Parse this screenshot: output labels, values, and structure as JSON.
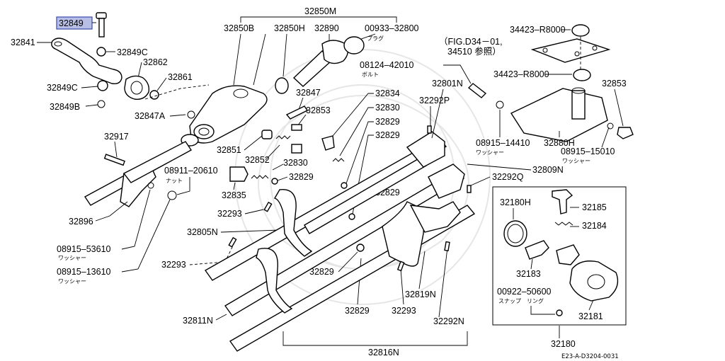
{
  "diagram": {
    "highlighted_part": "32849",
    "code": "E23-A-D3204-0031",
    "labels": {
      "p32849": "32849",
      "p32841": "32841",
      "p32849C_a": "32849C",
      "p32849C_b": "32849C",
      "p32849B": "32849B",
      "p32862": "32862",
      "p32861": "32861",
      "p32847A": "32847A",
      "p32917": "32917",
      "p32896": "32896",
      "p08915_53610": "08915–53610",
      "p08915_13610": "08915–13610",
      "washer_a": "ワッシャー",
      "washer_b": "ワッシャー",
      "p32850M": "32850M",
      "p32850B": "32850B",
      "p32850H": "32850H",
      "p32890": "32890",
      "p00933_32800": "00933–32800",
      "plug": "プラグ",
      "p32847": "32847",
      "p32853_a": "32853",
      "p32851": "32851",
      "p32852": "32852",
      "p32830_a": "32830",
      "p08911_20610": "08911–20610",
      "nut": "ナット",
      "p32829_a": "32829",
      "p32835": "32835",
      "p32293_a": "32293",
      "p32805N": "32805N",
      "p32293_b": "32293",
      "p32834": "32834",
      "p32830_b": "32830",
      "p32829_b": "32829",
      "p32829_c": "32829",
      "p32829_d": "32829",
      "p32829_e": "32829",
      "p32829_f": "32829",
      "p32811N": "32811N",
      "p32816N": "32816N",
      "p32819N": "32819N",
      "p32293_c": "32293",
      "p32292N": "32292N",
      "p32801N": "32801N",
      "p32292P": "32292P",
      "p08124_42010": "08124–42010",
      "bolt": "ボルト",
      "p32809N": "32809N",
      "p32292Q": "32292Q",
      "p34423_a": "34423–R8000",
      "fig_ref": "（FIG.D34－01,",
      "fig_ref2": "34510 参照）",
      "p34423_b": "34423–R8000",
      "p32853_b": "32853",
      "p32880H": "32880H",
      "p08915_14410": "08915–14410",
      "washer_c": "ワッシャー",
      "p08915_15010": "08915–15010",
      "washer_d": "ワッシャー",
      "p32180H": "32180H",
      "p32185": "32185",
      "p32184": "32184",
      "p32183": "32183",
      "p00922_50600": "00922–50600",
      "snap_ring": "スナップ　リング",
      "p32181": "32181",
      "p32180": "32180"
    }
  }
}
